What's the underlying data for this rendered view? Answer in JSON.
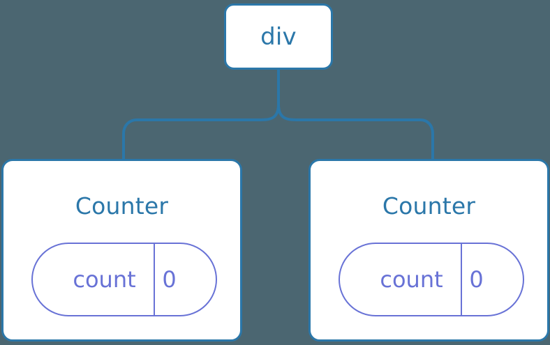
{
  "diagram": {
    "type": "component-tree",
    "background_color": "#4b6671",
    "node_border_color": "#2b77a9",
    "node_fill_color": "#ffffff",
    "node_text_color": "#2b77a9",
    "state_pill_color": "#6872d6",
    "connector_color": "#2b77a9",
    "root": {
      "label": "div"
    },
    "children": [
      {
        "label": "Counter",
        "state": {
          "key": "count",
          "value": "0"
        }
      },
      {
        "label": "Counter",
        "state": {
          "key": "count",
          "value": "0"
        }
      }
    ]
  }
}
